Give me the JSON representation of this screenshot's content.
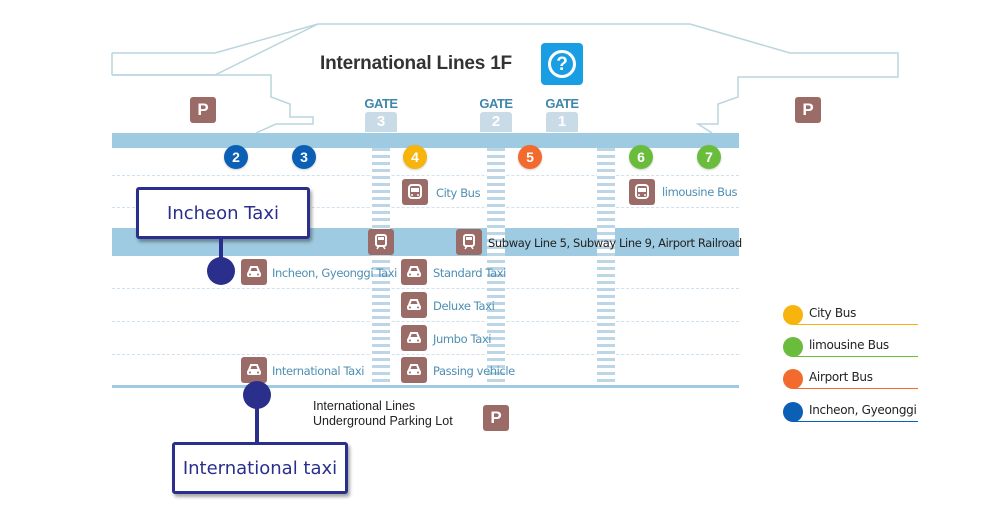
{
  "map": {
    "title": "International Lines 1F",
    "help_icon": "question-mark-icon",
    "parking_icon_text": "P",
    "gates": [
      {
        "label": "GATE",
        "number": "3"
      },
      {
        "label": "GATE",
        "number": "2"
      },
      {
        "label": "GATE",
        "number": "1"
      }
    ],
    "stops": [
      {
        "number": "2",
        "color": "#0b5fb5"
      },
      {
        "number": "3",
        "color": "#0b5fb5"
      },
      {
        "number": "4",
        "color": "#f6b40d"
      },
      {
        "number": "5",
        "color": "#f26a2e"
      },
      {
        "number": "6",
        "color": "#6abd3c"
      },
      {
        "number": "7",
        "color": "#6abd3c"
      }
    ],
    "services": {
      "city_bus": "City Bus",
      "limousine_bus": "limousine Bus",
      "subway": "Subway Line 5, Subway Line 9, Airport Railroad",
      "incheon_gyeonggi_taxi": "Incheon, Gyeonggi Taxi",
      "standard_taxi": "Standard Taxi",
      "deluxe_taxi": "Deluxe Taxi",
      "jumbo_taxi": "Jumbo Taxi",
      "international_taxi": "International Taxi",
      "passing_vehicle": "Passing vehicle"
    },
    "callouts": {
      "incheon_taxi": "Incheon Taxi",
      "international_taxi": "International taxi"
    },
    "parking_lot": {
      "line1": "International Lines",
      "line2": "Underground Parking Lot"
    }
  },
  "legend": [
    {
      "label": "City Bus",
      "color": "#f6b40d"
    },
    {
      "label": "limousine Bus",
      "color": "#6abd3c"
    },
    {
      "label": "Airport Bus",
      "color": "#f26a2e"
    },
    {
      "label": "Incheon, Gyeonggi",
      "color": "#0b5fb5"
    }
  ],
  "colors": {
    "accent_help": "#1a9ee3",
    "icon_box": "#9a6b67",
    "road_band": "#9ecbe1",
    "callout": "#2a2f8c"
  }
}
